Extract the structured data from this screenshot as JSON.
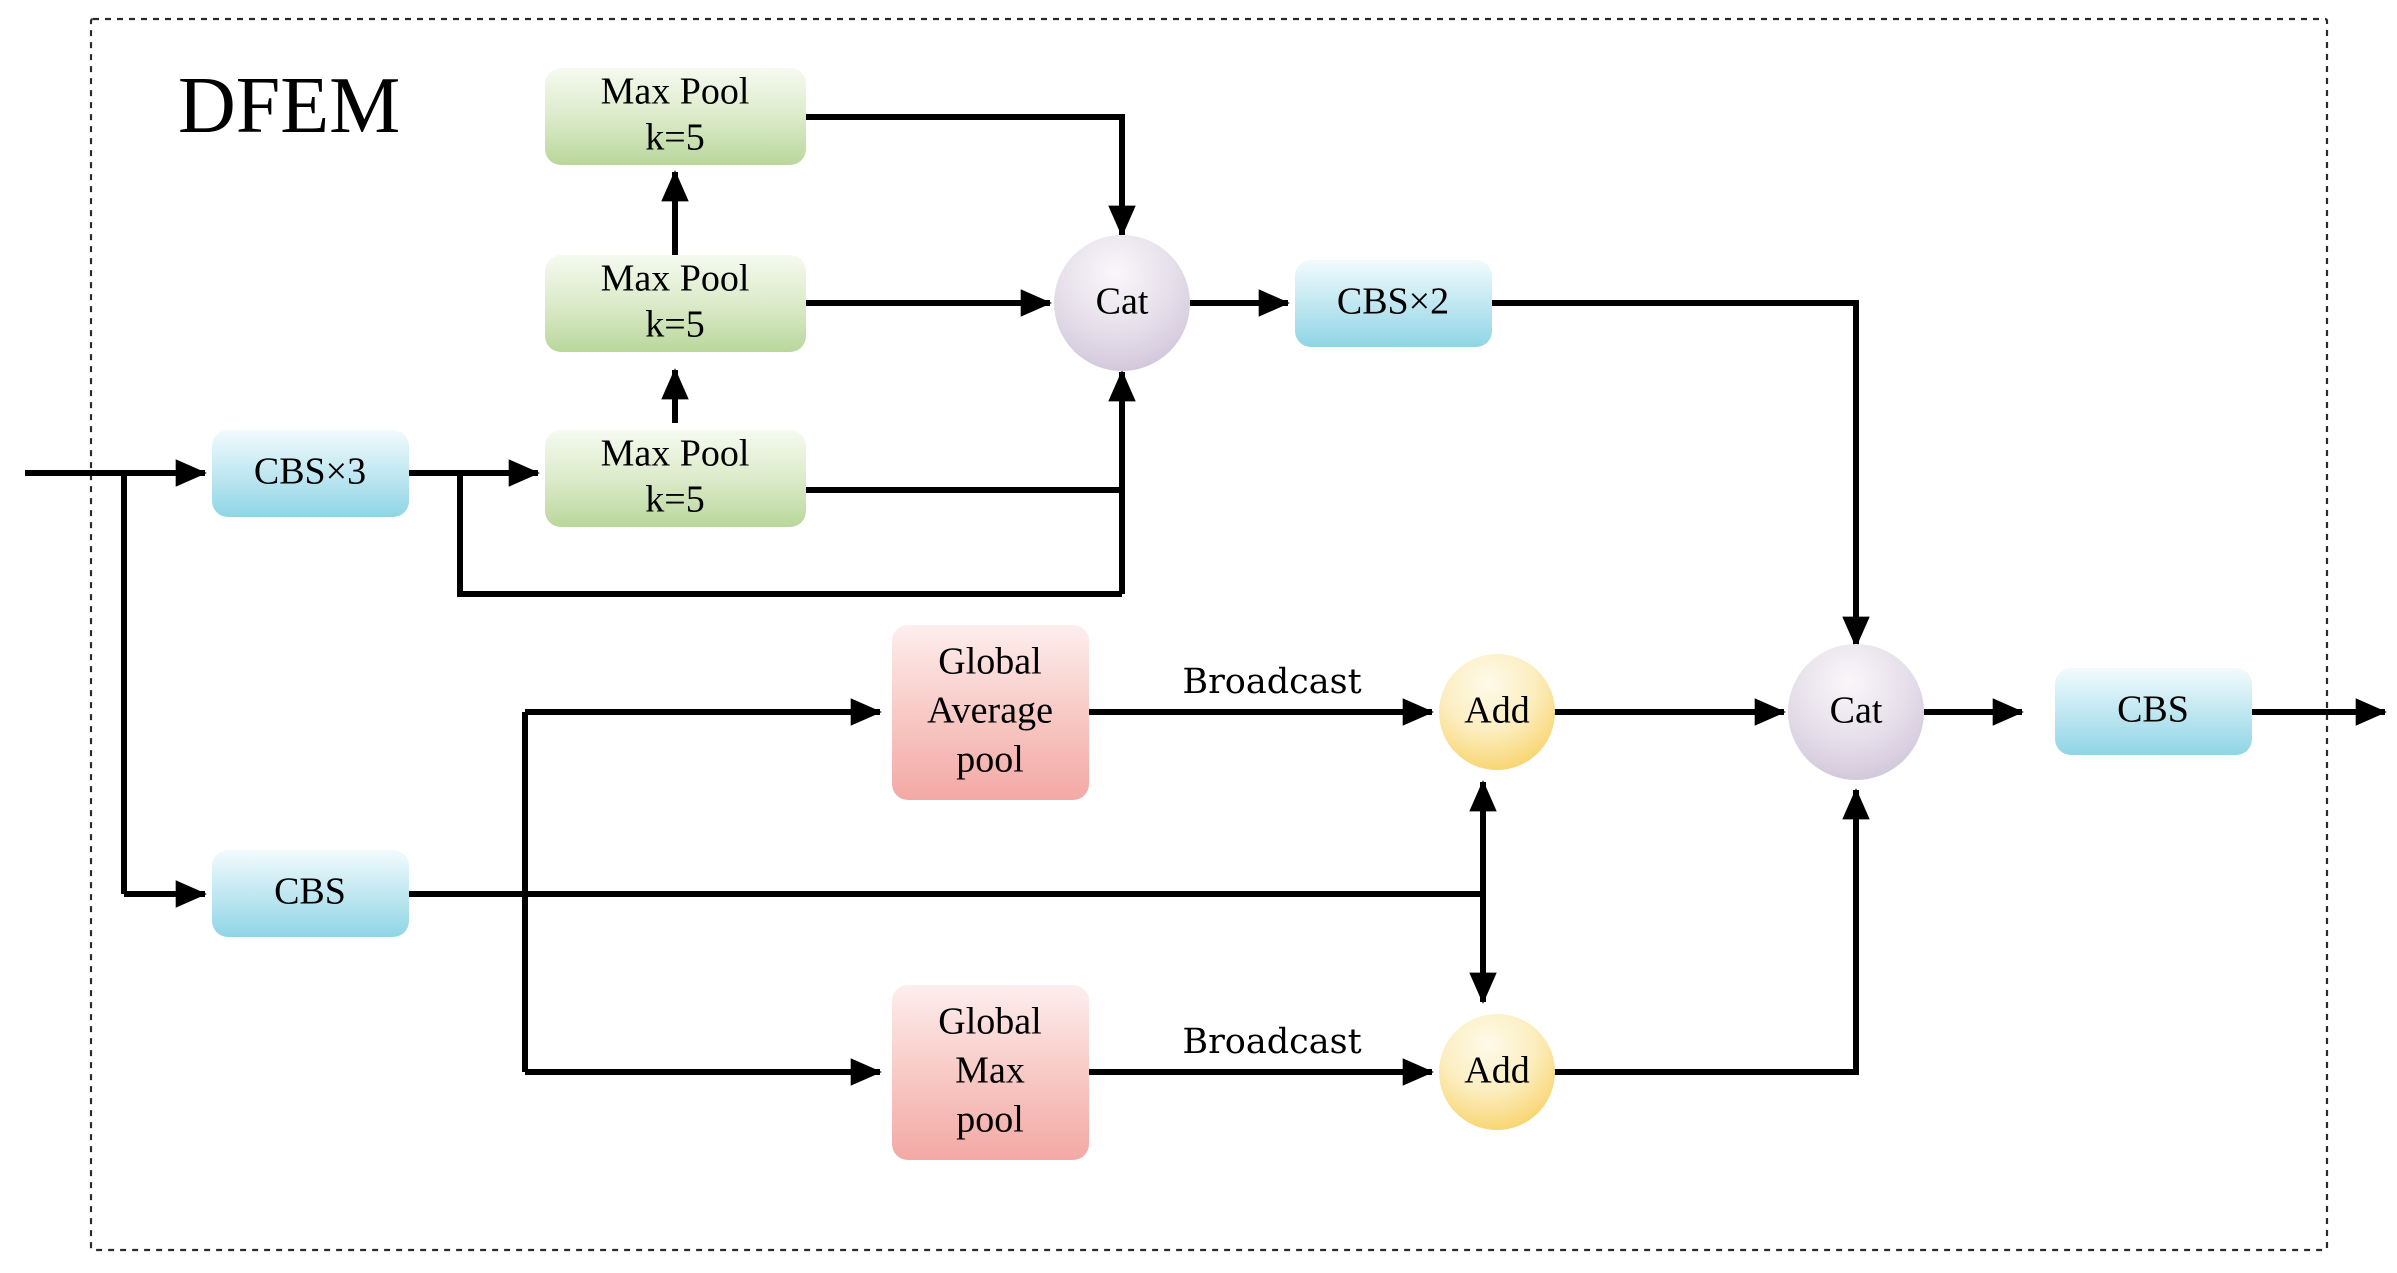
{
  "module": {
    "title": "DFEM",
    "border_color": "#2b2b2b",
    "border_style": "dashed"
  },
  "colors": {
    "cbs_fill_top": "#f2fbfd",
    "cbs_fill_bottom": "#8fd5e5",
    "maxpool_fill_top": "#f4f8ee",
    "maxpool_fill_bottom": "#b8d69a",
    "pool_fill_top": "#fdeeee",
    "pool_fill_bottom": "#f3a9a5",
    "cat_fill_top": "#f7f3f7",
    "cat_fill_bottom": "#d5cbdd",
    "add_fill_top": "#fdf6dc",
    "add_fill_bottom": "#f8d469",
    "wire_color": "#000000"
  },
  "nodes": {
    "cbs_x3": {
      "label": "CBS×3",
      "type": "box",
      "color": "cyan"
    },
    "maxpool_top": {
      "label_line1": "Max Pool",
      "label_line2": "k=5",
      "type": "box",
      "color": "green"
    },
    "maxpool_mid": {
      "label_line1": "Max Pool",
      "label_line2": "k=5",
      "type": "box",
      "color": "green"
    },
    "maxpool_bottom": {
      "label_line1": "Max Pool",
      "label_line2": "k=5",
      "type": "box",
      "color": "green"
    },
    "cat_top": {
      "label": "Cat",
      "type": "circle",
      "color": "lavender"
    },
    "cbs_x2": {
      "label": "CBS×2",
      "type": "box",
      "color": "cyan"
    },
    "cbs_lower": {
      "label": "CBS",
      "type": "box",
      "color": "cyan"
    },
    "global_avg_pool": {
      "label_line1": "Global",
      "label_line2": "Average",
      "label_line3": "pool",
      "type": "box",
      "color": "pink"
    },
    "global_max_pool": {
      "label_line1": "Global",
      "label_line2": "Max",
      "label_line3": "pool",
      "type": "box",
      "color": "pink"
    },
    "add_top": {
      "label": "Add",
      "type": "circle",
      "color": "yellow"
    },
    "add_bottom": {
      "label": "Add",
      "type": "circle",
      "color": "yellow"
    },
    "cat_right": {
      "label": "Cat",
      "type": "circle",
      "color": "lavender"
    },
    "cbs_out": {
      "label": "CBS",
      "type": "box",
      "color": "cyan"
    }
  },
  "edge_labels": {
    "broadcast_top": "Broadcast",
    "broadcast_bottom": "Broadcast"
  }
}
